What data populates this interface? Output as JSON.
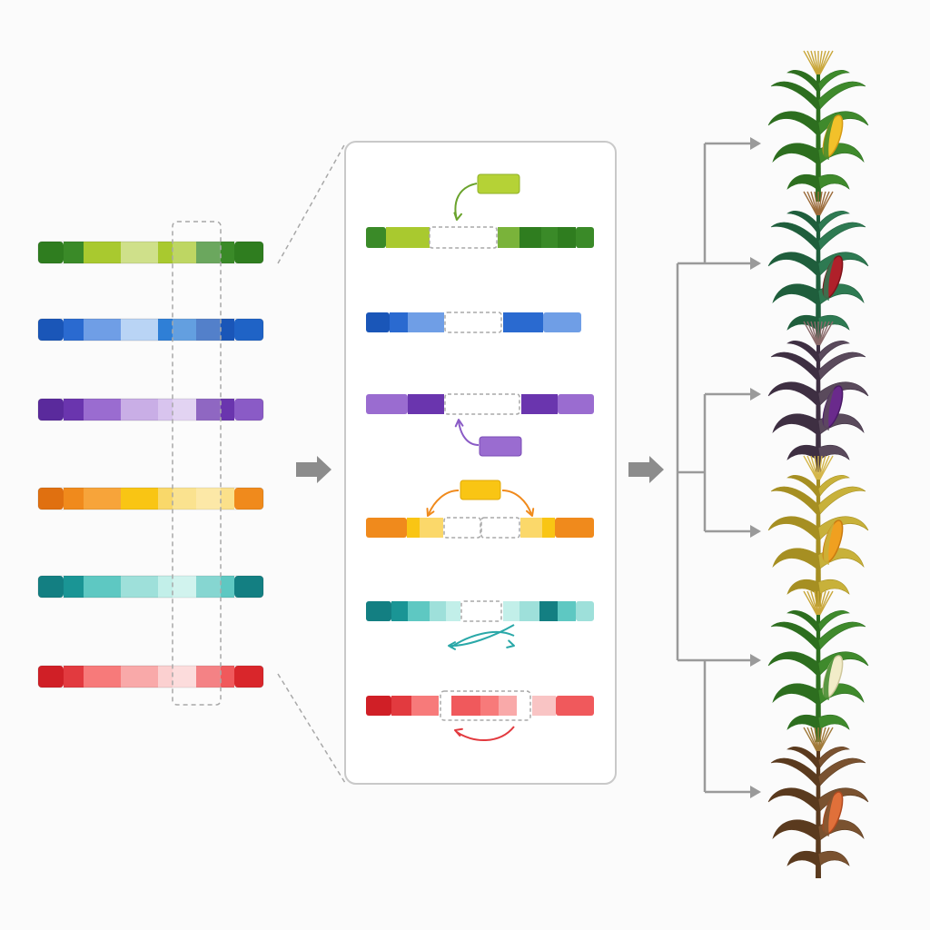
{
  "diagram": {
    "genomes": [
      {
        "id": "green",
        "colors": [
          "#2f7d1f",
          "#3a8a28",
          "#a9c92f",
          "#cfe08a",
          "#a9c92f",
          "#3a8a28",
          "#2f7d1f"
        ]
      },
      {
        "id": "blue",
        "colors": [
          "#1a56b8",
          "#2a6ad0",
          "#6f9ee6",
          "#b9d4f5",
          "#2f7fd6",
          "#1a56b8",
          "#1f63c6"
        ]
      },
      {
        "id": "purple",
        "colors": [
          "#5a2a9c",
          "#6a35ae",
          "#9a6cd0",
          "#c9aee6",
          "#d8c4ee",
          "#6a35ae",
          "#8a5bc6"
        ]
      },
      {
        "id": "orange",
        "colors": [
          "#e07010",
          "#f08a1c",
          "#f7a43a",
          "#f9c514",
          "#f9d86a",
          "#fbe08a",
          "#f08a1c"
        ]
      },
      {
        "id": "teal",
        "colors": [
          "#137f82",
          "#1a9595",
          "#5ec8c2",
          "#9ee0da",
          "#c2efe9",
          "#5ec8c2",
          "#137f82"
        ]
      },
      {
        "id": "red",
        "colors": [
          "#d01f26",
          "#e23a3f",
          "#f77a7a",
          "#f9a9a9",
          "#fbd0d0",
          "#f0595c",
          "#d9262b"
        ]
      }
    ],
    "edits": [
      {
        "id": "insertion",
        "color": "#a9c92f",
        "arrow": "#6aa32c"
      },
      {
        "id": "deletion",
        "color": "#6f9ee6"
      },
      {
        "id": "insertion-below",
        "color": "#9a6cd0",
        "arrow": "#8a5bc6"
      },
      {
        "id": "duplication",
        "color": "#f9c514",
        "arrow": "#f08a1c"
      },
      {
        "id": "translocation",
        "color": "#5ec8c2",
        "arrow": "#2aa8a8"
      },
      {
        "id": "inversion",
        "color": "#f77a7a",
        "arrow": "#e23a3f"
      }
    ],
    "plants": [
      {
        "id": "green-yellow-cob",
        "leaf": "#3f8a2c",
        "leaf_dark": "#2d6e1f",
        "cob": "#f2c12a",
        "cob_dark": "#d69a14",
        "tassel": "#c9a73a"
      },
      {
        "id": "teal-red-cob",
        "leaf": "#2e7a52",
        "leaf_dark": "#1f5e3c",
        "cob": "#b0202a",
        "cob_dark": "#7e1219",
        "tassel": "#9b6b3a"
      },
      {
        "id": "purple-cob",
        "leaf": "#5a4a5c",
        "leaf_dark": "#3e2f42",
        "cob": "#6a2a8c",
        "cob_dark": "#4a1a66",
        "tassel": "#8a6a6a"
      },
      {
        "id": "golden-orange-cob",
        "leaf": "#c8b13a",
        "leaf_dark": "#a68f22",
        "cob": "#f0a020",
        "cob_dark": "#c97a10",
        "tassel": "#d4b64a"
      },
      {
        "id": "green-white-cob",
        "leaf": "#3f8a2c",
        "leaf_dark": "#2d6e1f",
        "cob": "#f2ecc8",
        "cob_dark": "#cfc79c",
        "tassel": "#c9a73a"
      },
      {
        "id": "brown-speckled-cob",
        "leaf": "#7a5230",
        "leaf_dark": "#5a3a1e",
        "cob": "#e0703a",
        "cob_dark": "#b04a20",
        "tassel": "#a07a3a"
      }
    ]
  }
}
